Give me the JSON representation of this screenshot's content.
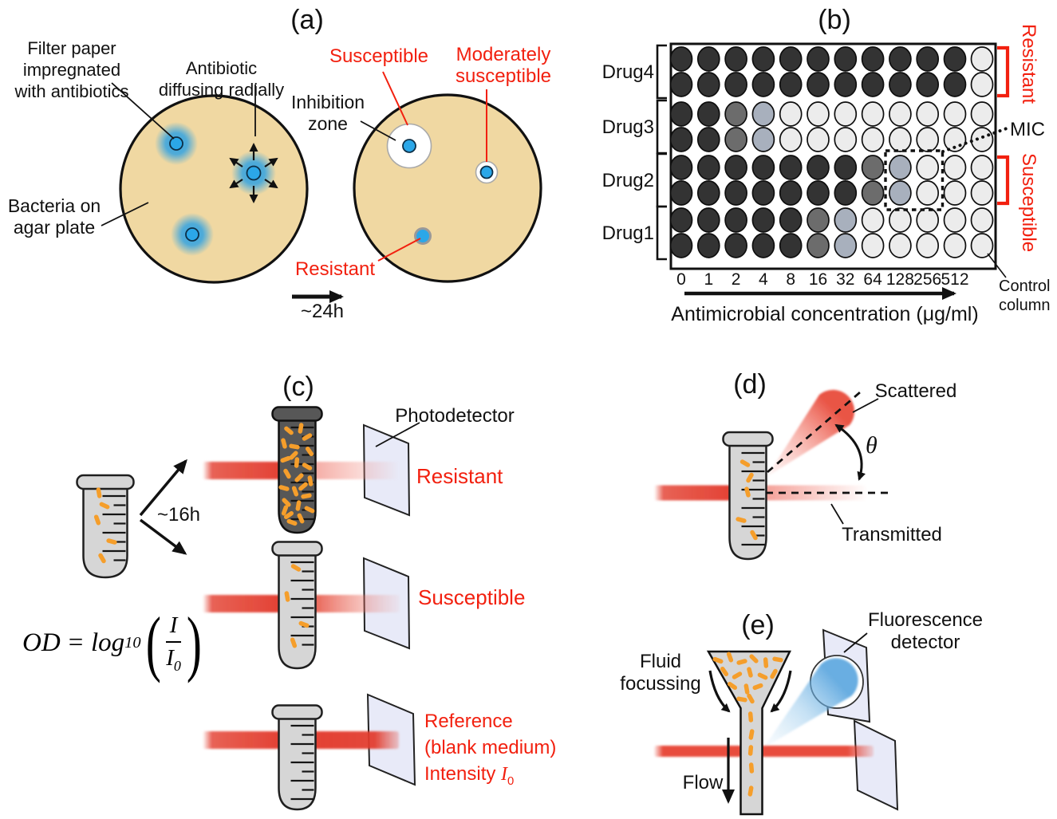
{
  "figure": {
    "panel_a": {
      "title": "(a)",
      "filter_paper_label": [
        "Filter paper",
        "impregnated",
        "with antibiotics"
      ],
      "antibiotic_label": [
        "Antibiotic",
        "diffusing radially"
      ],
      "susceptible_label": "Susceptible",
      "moderately_label": [
        "Moderately",
        "susceptible"
      ],
      "inhibition_label": [
        "Inhibition",
        "zone"
      ],
      "bacteria_label": [
        "Bacteria on",
        "agar plate"
      ],
      "resistant_label": "Resistant",
      "time_label": "~24h"
    },
    "panel_b": {
      "title": "(b)",
      "mic_label": "MIC",
      "control_label": [
        "Control",
        "column"
      ],
      "resistant_label": "Resistant",
      "susceptible_label": "Susceptible",
      "axis_label": "Antimicrobial concentration (μg/ml)"
    },
    "panel_c": {
      "title": "(c)",
      "time_label": "~16h",
      "photodetector_label": "Photodetector",
      "resistant_label": "Resistant",
      "susceptible_label": "Susceptible",
      "reference_label": [
        "Reference",
        "(blank medium)"
      ],
      "intensity_prefix": "Intensity ",
      "intensity_symbol": "I",
      "intensity_sub": "0",
      "formula": {
        "lhs": "OD",
        "eq": "=",
        "func": "log",
        "func_sub": "10",
        "open_paren": "(",
        "numerator": "I",
        "denominator": "I",
        "denominator_sub": "0",
        "close_paren": ")"
      }
    },
    "panel_d": {
      "title": "(d)",
      "scattered_label": "Scattered",
      "transmitted_label": "Transmitted",
      "theta_symbol": "θ"
    },
    "panel_e": {
      "title": "(e)",
      "fluid_label": [
        "Fluid",
        "focussing"
      ],
      "flow_label": "Flow",
      "detector_label": [
        "Fluorescence",
        "detector"
      ]
    }
  },
  "chart_data": {
    "type": "heatmap",
    "title": "Broth microdilution antibiotic susceptibility plate (96-well)",
    "x_categories": [
      "0",
      "1",
      "2",
      "4",
      "8",
      "16",
      "32",
      "64",
      "128",
      "256",
      "512",
      "Control"
    ],
    "x_axis_label": "Antimicrobial concentration (μg/ml)",
    "row_groups": [
      {
        "drug": "Drug4",
        "result": "Resistant"
      },
      {
        "drug": "Drug3",
        "result": ""
      },
      {
        "drug": "Drug2",
        "result": "Susceptible"
      },
      {
        "drug": "Drug1",
        "result": ""
      }
    ],
    "rows": [
      {
        "drug": "Drug4",
        "wells": [
          "dark",
          "dark",
          "dark",
          "dark",
          "dark",
          "dark",
          "dark",
          "dark",
          "dark",
          "dark",
          "dark",
          "light"
        ]
      },
      {
        "drug": "Drug4",
        "wells": [
          "dark",
          "dark",
          "dark",
          "dark",
          "dark",
          "dark",
          "dark",
          "dark",
          "dark",
          "dark",
          "dark",
          "light"
        ]
      },
      {
        "drug": "Drug3",
        "wells": [
          "dark",
          "dark",
          "medium",
          "bluegray",
          "light",
          "light",
          "light",
          "light",
          "light",
          "light",
          "light",
          "light"
        ]
      },
      {
        "drug": "Drug3",
        "wells": [
          "dark",
          "dark",
          "medium",
          "bluegray",
          "light",
          "light",
          "light",
          "light",
          "light",
          "light",
          "light",
          "light"
        ]
      },
      {
        "drug": "Drug2",
        "wells": [
          "dark",
          "dark",
          "dark",
          "dark",
          "dark",
          "dark",
          "dark",
          "medium",
          "bluegray",
          "light",
          "light",
          "light"
        ]
      },
      {
        "drug": "Drug2",
        "wells": [
          "dark",
          "dark",
          "dark",
          "dark",
          "dark",
          "dark",
          "dark",
          "medium",
          "bluegray",
          "light",
          "light",
          "light"
        ]
      },
      {
        "drug": "Drug1",
        "wells": [
          "dark",
          "dark",
          "dark",
          "dark",
          "dark",
          "medium",
          "bluegray",
          "light",
          "light",
          "light",
          "light",
          "light"
        ]
      },
      {
        "drug": "Drug1",
        "wells": [
          "dark",
          "dark",
          "dark",
          "dark",
          "dark",
          "medium",
          "bluegray",
          "light",
          "light",
          "light",
          "light",
          "light"
        ]
      }
    ],
    "mic_highlight": {
      "drug": "Drug2",
      "columns": [
        "128",
        "256"
      ]
    }
  },
  "colors": {
    "red_label": "#f2200f",
    "agar": "#f0d8a2",
    "disk_blue": "#2ba7e8",
    "beam_red": "#e23a2a",
    "detector_fill": "#e8eaf8",
    "tube_gray": "#d6d6d6",
    "tube_dark": "#575757",
    "bacteria_orange": "#f59e2b",
    "fluorescence_blue": "#50a0dc",
    "well_dark": "#333333",
    "well_medium": "#6c6c6c",
    "well_bluegray": "#a8b0bd",
    "well_light": "#ececec"
  }
}
